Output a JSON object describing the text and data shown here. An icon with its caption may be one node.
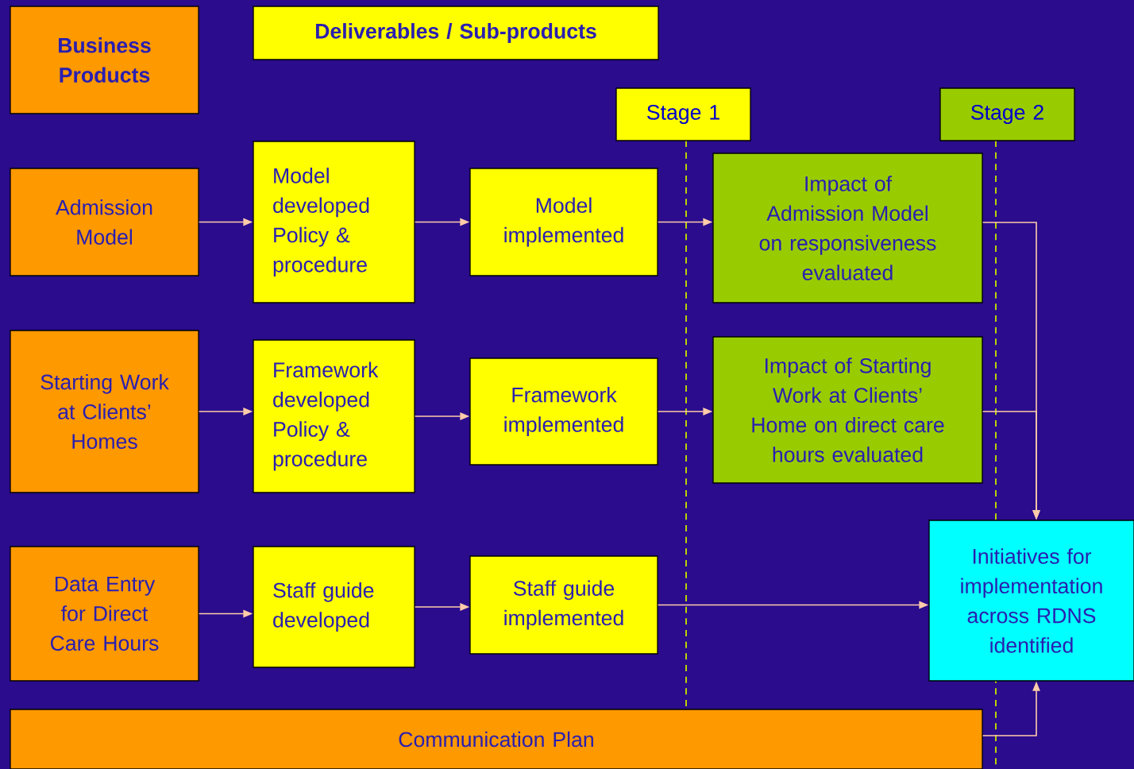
{
  "diagram": {
    "nodes": [
      {
        "text": [
          "Business Products"
        ]
      },
      {
        "text": [
          "Deliverables / Sub-products"
        ]
      },
      {
        "text": [
          "Stage 1"
        ]
      },
      {
        "text": [
          "Stage 2"
        ]
      },
      {
        "text": [
          "Admission Model"
        ]
      },
      {
        "text": [
          "Model developed Policy & procedure"
        ]
      },
      {
        "text": [
          "Model implemented"
        ]
      },
      {
        "text": [
          "Impact of Admission Model on responsiveness evaluated"
        ]
      },
      {
        "text": [
          "Starting Work at Clients’ Homes"
        ]
      },
      {
        "text": [
          "Framework developed Policy & procedure"
        ]
      },
      {
        "text": [
          "Framework implemented"
        ]
      },
      {
        "text": [
          "Impact of Starting Work at Clients’ Home on direct care hours evaluated"
        ]
      },
      {
        "text": [
          "Initiatives for implementation across RDNS identified"
        ]
      },
      {
        "text": [
          "Data Entry for Direct Care Hours"
        ]
      },
      {
        "text": [
          "Staff guide developed"
        ]
      },
      {
        "text": [
          "Staff guide implemented"
        ]
      },
      {
        "text": [
          "Communication Plan"
        ]
      }
    ],
    "edges": [
      {
        "from": 4,
        "to": 5,
        "arrow": "to"
      },
      {
        "from": 5,
        "to": 6,
        "arrow": "to"
      },
      {
        "from": 6,
        "to": 7,
        "arrow": "to"
      },
      {
        "from": 7,
        "to": 12,
        "arrow": "to"
      },
      {
        "from": 8,
        "to": 9,
        "arrow": "to"
      },
      {
        "from": 9,
        "to": 10,
        "arrow": "to"
      },
      {
        "from": 10,
        "to": 11,
        "arrow": "to"
      },
      {
        "from": 11,
        "to": 12,
        "arrow": "to"
      },
      {
        "from": 13,
        "to": 14,
        "arrow": "to"
      },
      {
        "from": 14,
        "to": 15,
        "arrow": "to"
      },
      {
        "from": 15,
        "to": 12,
        "arrow": "to"
      },
      {
        "from": 16,
        "to": 12,
        "arrow": "to"
      }
    ]
  }
}
